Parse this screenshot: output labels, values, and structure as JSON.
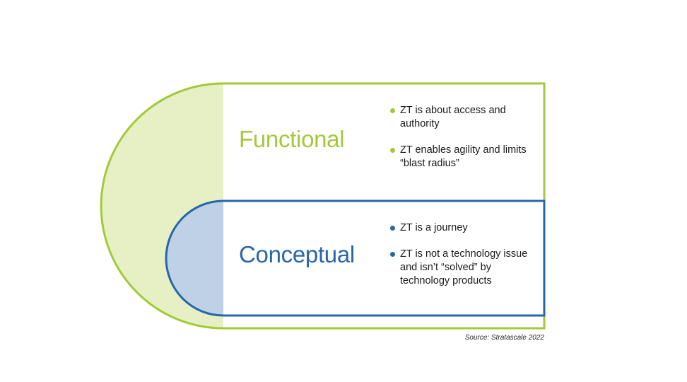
{
  "colors": {
    "functional_accent": "#a3c93a",
    "functional_fill": "#e6f0c4",
    "conceptual_accent": "#2866a8",
    "conceptual_fill": "#bfd1e6"
  },
  "functional": {
    "title": "Functional",
    "bullets": [
      "ZT is about access and authority",
      "ZT enables agility and limits “blast radius”"
    ]
  },
  "conceptual": {
    "title": "Conceptual",
    "bullets": [
      "ZT is a journey",
      "ZT is not a technology issue and isn’t “solved” by technology products"
    ]
  },
  "source": "Source: Stratascale 2022"
}
